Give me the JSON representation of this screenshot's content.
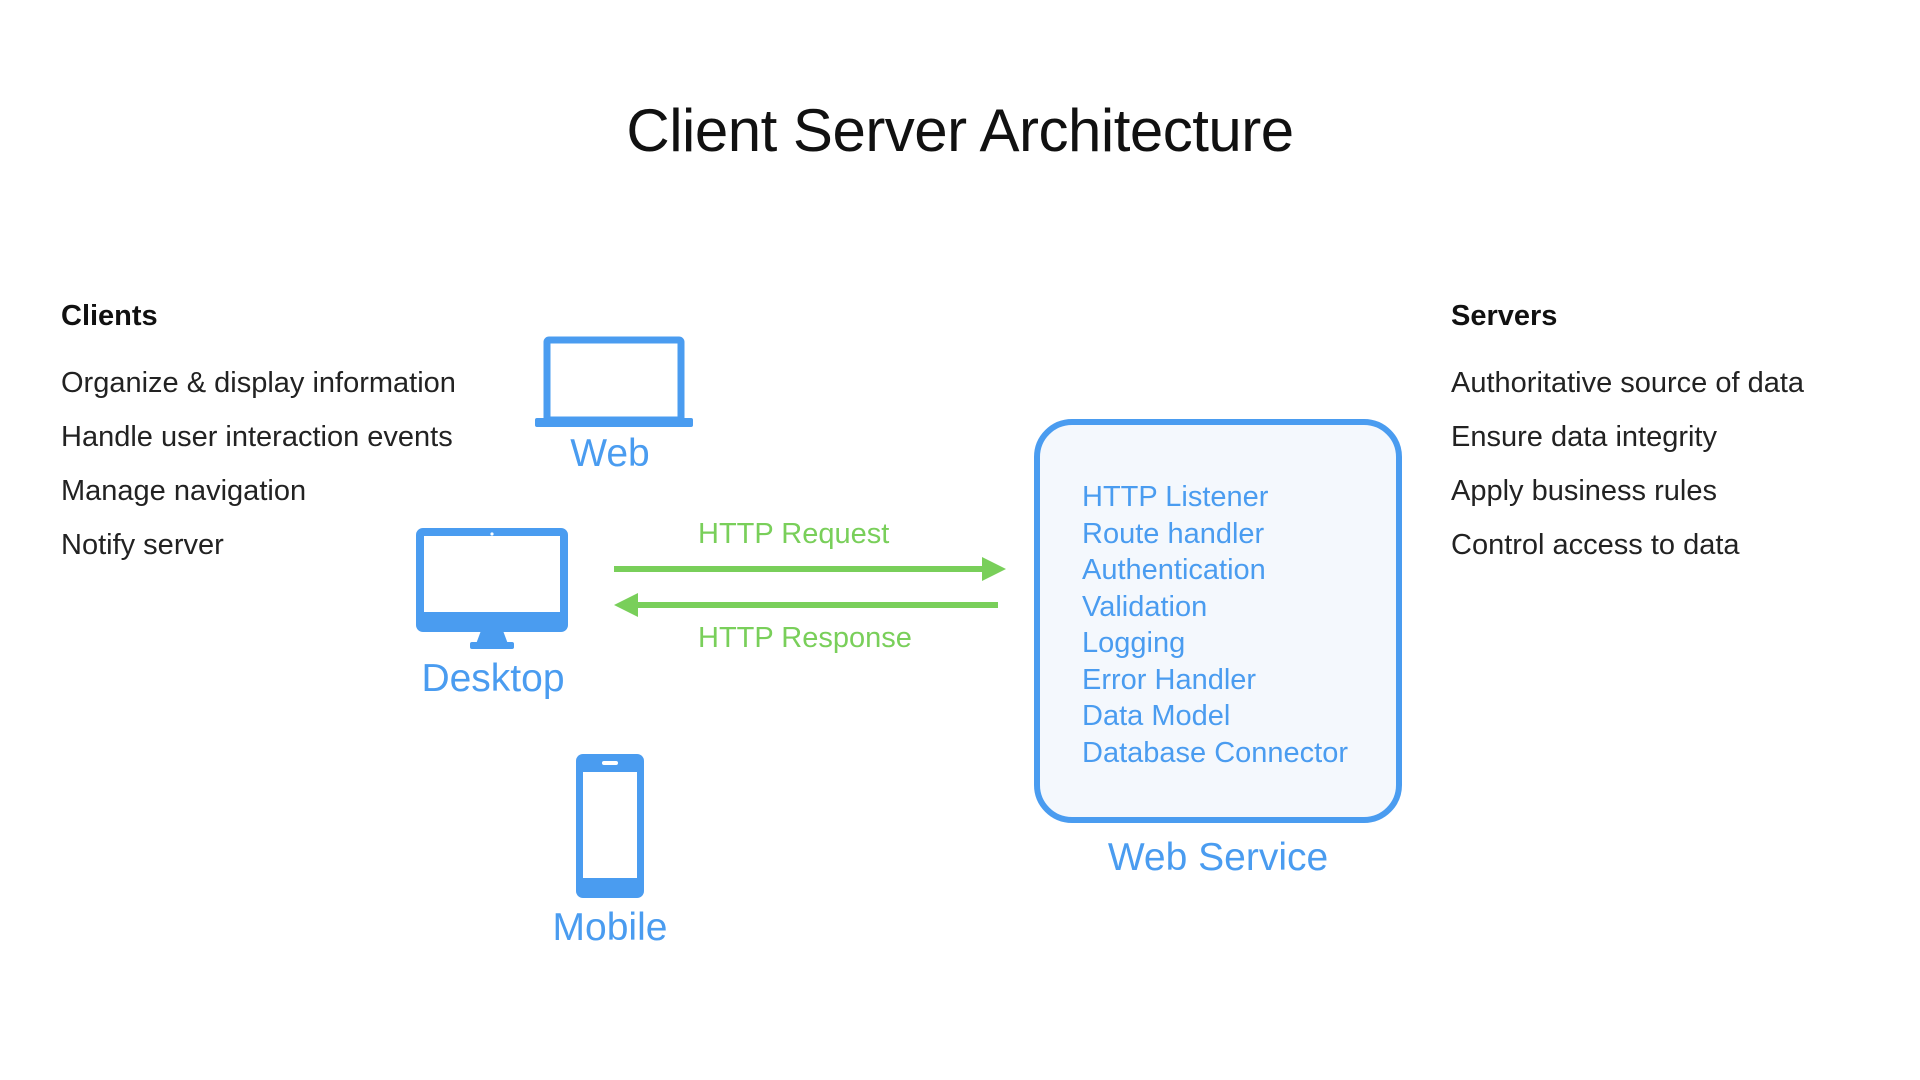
{
  "title": "Client Server Architecture",
  "clients": {
    "heading": "Clients",
    "items": [
      "Organize & display information",
      "Handle user interaction events",
      "Manage navigation",
      "Notify server"
    ]
  },
  "servers": {
    "heading": "Servers",
    "items": [
      "Authoritative source of data",
      "Ensure data integrity",
      "Apply business rules",
      "Control access to data"
    ]
  },
  "devices": {
    "web": {
      "label": "Web",
      "icon": "laptop-icon"
    },
    "desktop": {
      "label": "Desktop",
      "icon": "desktop-monitor-icon"
    },
    "mobile": {
      "label": "Mobile",
      "icon": "mobile-phone-icon"
    }
  },
  "arrows": {
    "request": "HTTP Request",
    "response": "HTTP Response"
  },
  "web_service": {
    "label": "Web Service",
    "components": [
      "HTTP Listener",
      "Route handler",
      "Authentication",
      "Validation",
      "Logging",
      "Error Handler",
      "Data Model",
      "Database Connector"
    ]
  },
  "colors": {
    "accent_blue": "#4a9cf0",
    "arrow_green": "#79cf5a",
    "text": "#222222"
  }
}
